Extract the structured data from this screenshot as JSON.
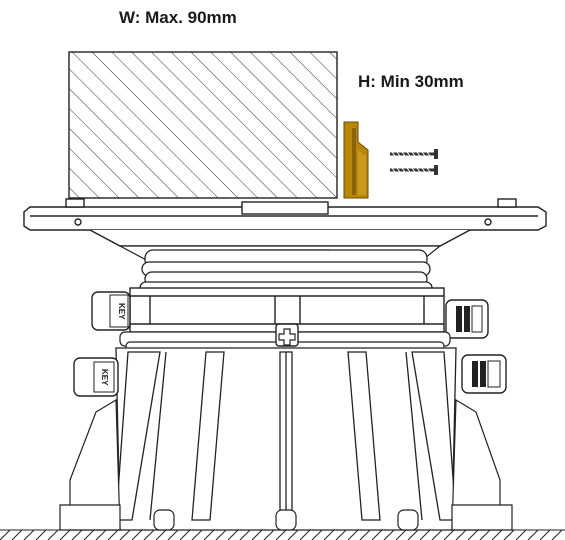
{
  "labels": {
    "width": "W: Max. 90mm",
    "height": "H: Min 30mm"
  },
  "key_text": "KEY",
  "colors": {
    "line": "#222222",
    "tab": "#b8860b",
    "tab_dark": "#8a6408",
    "background": "#ffffff"
  }
}
